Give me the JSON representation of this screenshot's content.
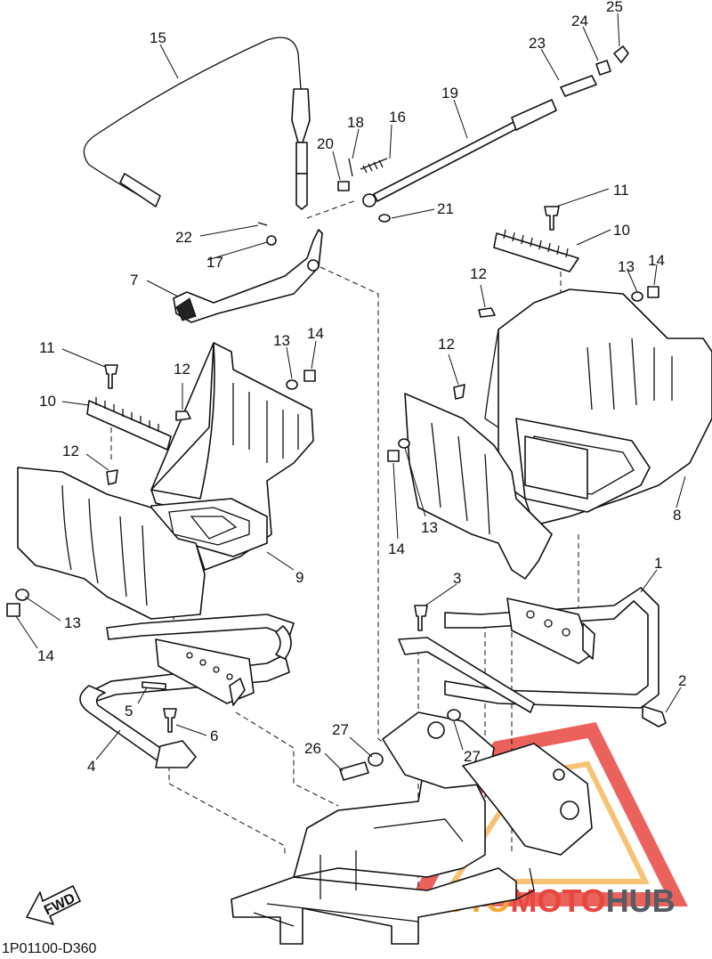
{
  "diagram_code": "1P01100-D360",
  "fwd_label": "FWD",
  "watermark": {
    "part1": "AUTO",
    "part2": "MOTO",
    "part3": "HUB",
    "colors": {
      "auto": "#f4a836",
      "moto": "#e8473f",
      "hub": "#555c63"
    }
  },
  "labels": {
    "l1": "1",
    "l2": "2",
    "l3": "3",
    "l4": "4",
    "l5": "5",
    "l6": "6",
    "l7": "7",
    "l8": "8",
    "l9": "9",
    "l10a": "10",
    "l10b": "10",
    "l11a": "11",
    "l11b": "11",
    "l12a": "12",
    "l12b": "12",
    "l12c": "12",
    "l12d": "12",
    "l13a": "13",
    "l13b": "13",
    "l13c": "13",
    "l13d": "13",
    "l14a": "14",
    "l14b": "14",
    "l14c": "14",
    "l14d": "14",
    "l15": "15",
    "l16": "16",
    "l17": "17",
    "l18": "18",
    "l19": "19",
    "l20": "20",
    "l21": "21",
    "l22": "22",
    "l23": "23",
    "l24": "24",
    "l25": "25",
    "l26": "26",
    "l27a": "27",
    "l27b": "27"
  }
}
